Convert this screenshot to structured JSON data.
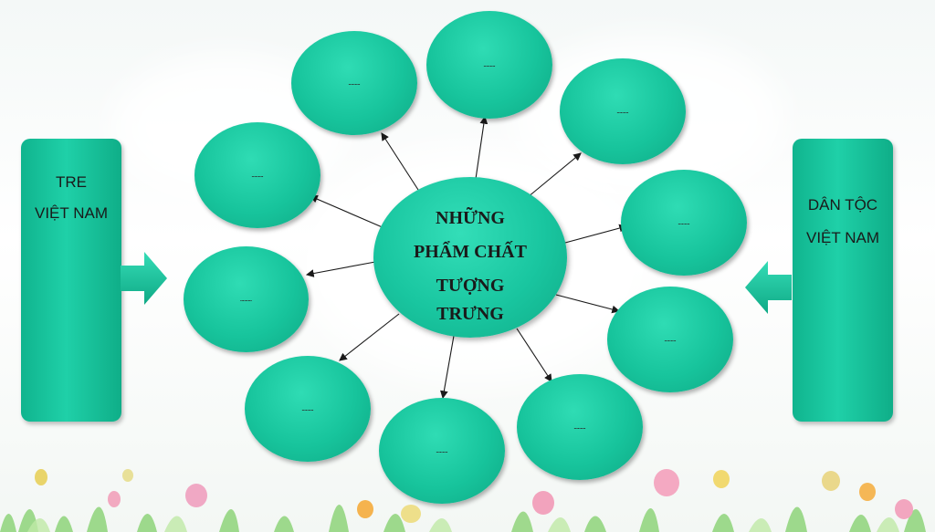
{
  "left_box": {
    "lines": [
      "TRE",
      "VIỆT NAM"
    ]
  },
  "right_box": {
    "lines": [
      "DÂN TỘC",
      "VIỆT NAM"
    ]
  },
  "center": {
    "lines": [
      "NHỮNG",
      "PHẨM CHẤT",
      "TƯỢNG",
      "TRƯNG"
    ]
  },
  "bubbles": [
    {
      "label": "………"
    },
    {
      "label": "………"
    },
    {
      "label": "………"
    },
    {
      "label": "………"
    },
    {
      "label": "………"
    },
    {
      "label": "………"
    },
    {
      "label": "………"
    },
    {
      "label": "………"
    },
    {
      "label": "………"
    },
    {
      "label": "………"
    }
  ],
  "colors": {
    "bubble": "#19c6a0",
    "box": "#1fd0a8",
    "arrow": "#1a1a1a"
  }
}
